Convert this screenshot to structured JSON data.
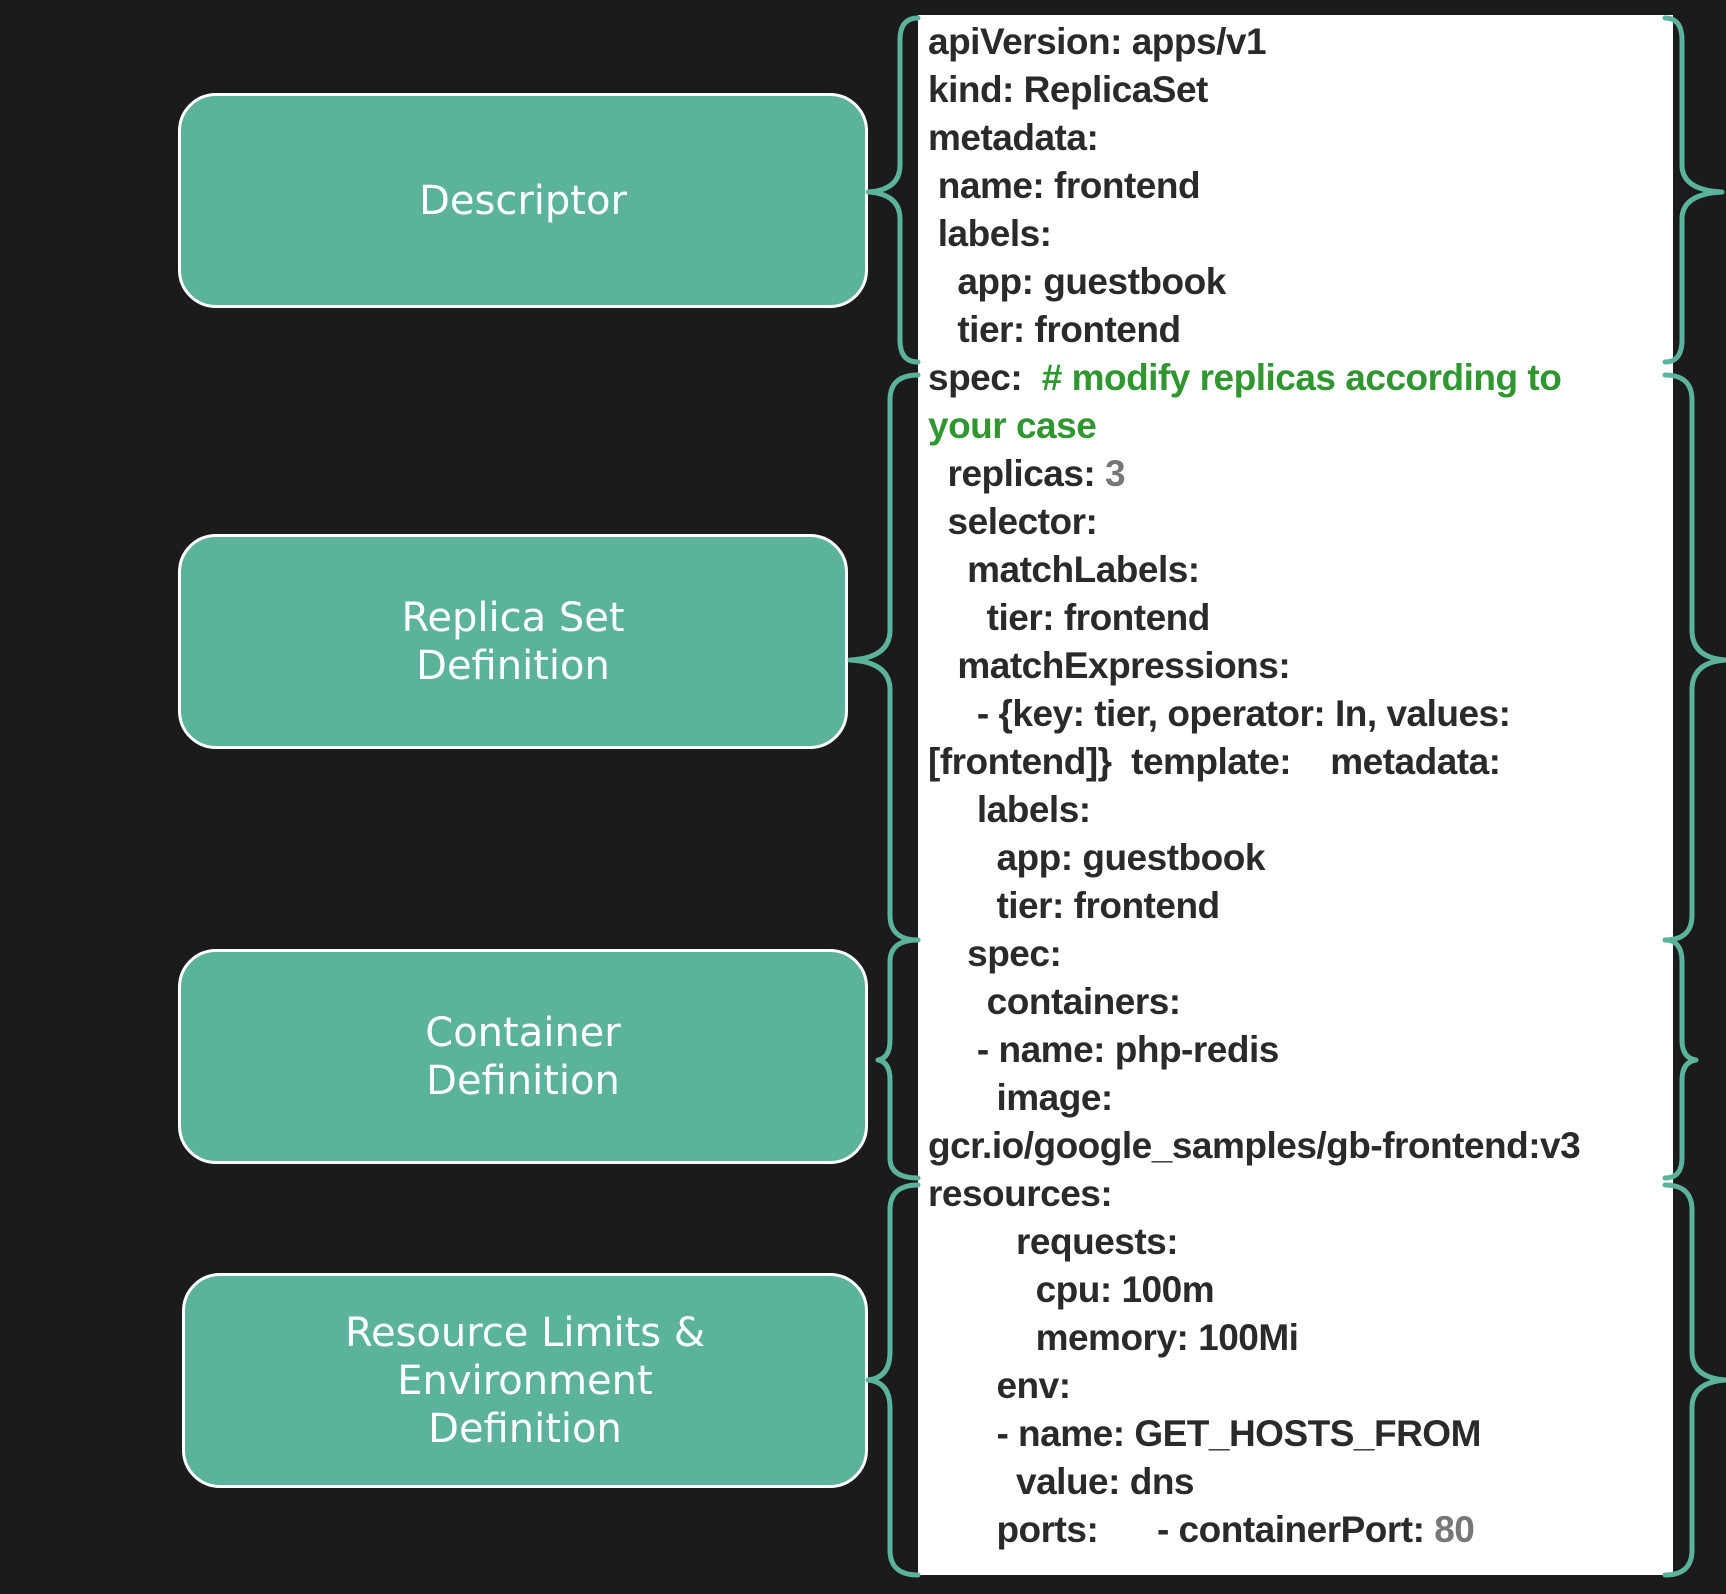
{
  "boxes": {
    "descriptor": [
      "Descriptor"
    ],
    "replica_set": [
      "Replica Set",
      "Definition"
    ],
    "container": [
      "Container",
      "Definition"
    ],
    "resource": [
      "Resource Limits &",
      "Environment",
      "Definition"
    ]
  },
  "colors": {
    "background": "#1b1b1b",
    "box_fill": "#5bb39b",
    "brace": "#5bb39b",
    "comment": "#2f9630",
    "code_text": "#2a2a2a",
    "number": "#777777"
  },
  "code_lines": [
    {
      "text": "apiVersion: apps/v1"
    },
    {
      "text": "kind: ReplicaSet"
    },
    {
      "text": "metadata:"
    },
    {
      "text": " name: frontend"
    },
    {
      "text": " labels:"
    },
    {
      "text": "   app: guestbook"
    },
    {
      "text": "   tier: frontend"
    },
    {
      "text": "spec:  ",
      "comment": "# modify replicas according to"
    },
    {
      "text": "",
      "comment": "your case"
    },
    {
      "text": "  replicas: ",
      "num": "3"
    },
    {
      "text": "  selector:"
    },
    {
      "text": "    matchLabels:"
    },
    {
      "text": "      tier: frontend"
    },
    {
      "text": "   matchExpressions:"
    },
    {
      "text": "     - {key: tier, operator: In, values:"
    },
    {
      "text": "[frontend]}  template:    metadata:"
    },
    {
      "text": "     labels:"
    },
    {
      "text": "       app: guestbook"
    },
    {
      "text": "       tier: frontend"
    },
    {
      "text": "    spec:"
    },
    {
      "text": "      containers:"
    },
    {
      "text": "     - name: php-redis"
    },
    {
      "text": "       image:"
    },
    {
      "text": "gcr.io/google_samples/gb-frontend:v3"
    },
    {
      "text": "resources:"
    },
    {
      "text": "         requests:"
    },
    {
      "text": "           cpu: 100m"
    },
    {
      "text": "           memory: 100Mi"
    },
    {
      "text": "       env:"
    },
    {
      "text": "       - name: GET_HOSTS_FROM"
    },
    {
      "text": "         value: dns"
    },
    {
      "text": "       ports:      - containerPort: ",
      "num": "80"
    }
  ]
}
